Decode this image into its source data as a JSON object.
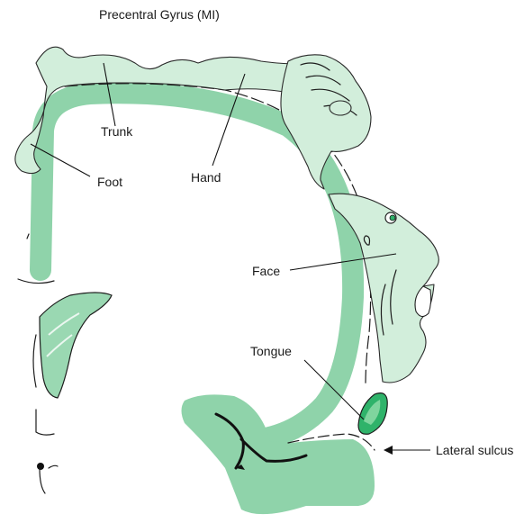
{
  "title": "Precentral Gyrus (MI)",
  "labels": {
    "trunk": "Trunk",
    "foot": "Foot",
    "hand": "Hand",
    "face": "Face",
    "tongue": "Tongue",
    "lateral_sulcus": "Lateral sulcus"
  },
  "colors": {
    "cortex_band": "#8fd3aa",
    "homunculus_fill": "#d2eedb",
    "tongue_fill": "#2fb36a",
    "outline": "#1d1d1d"
  }
}
